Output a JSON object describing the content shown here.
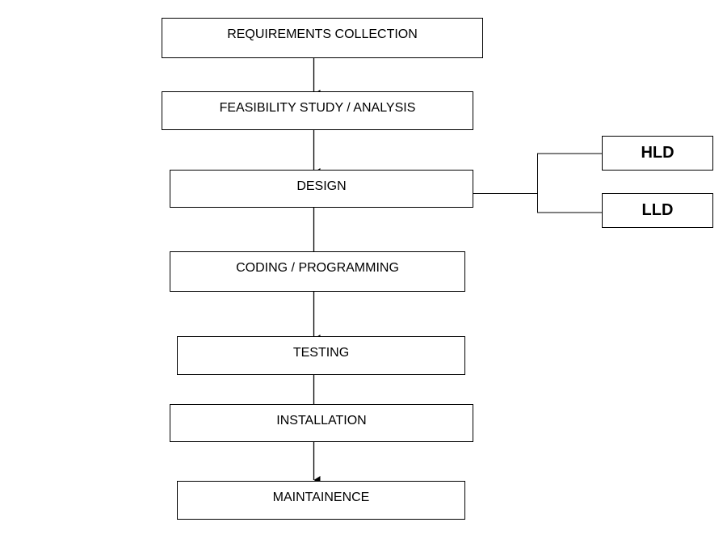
{
  "steps": [
    "REQUIREMENTS COLLECTION",
    "FEASIBILITY STUDY / ANALYSIS",
    "DESIGN",
    "CODING / PROGRAMMING",
    "TESTING",
    "INSTALLATION",
    "MAINTAINENCE"
  ],
  "design_children": [
    "HLD",
    "LLD"
  ],
  "colors": {
    "line": "#000000",
    "box_border": "#000000",
    "background": "#ffffff"
  }
}
